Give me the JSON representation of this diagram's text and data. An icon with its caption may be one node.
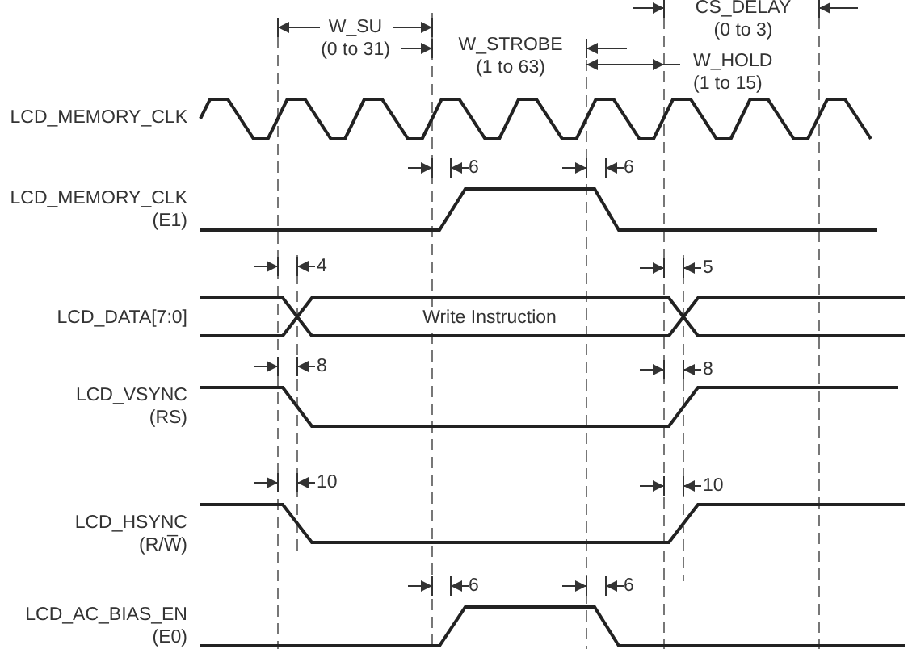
{
  "diagram": {
    "labels": [
      "W_SU (0 to 31)",
      "CS_DELAY (0 to 3)",
      "W_STROBE (1 to 63)",
      "W_HOLD (1 to 15)",
      "LCD_MEMORY_CLK",
      "6",
      "6",
      "LCD_MEMORY_CLK (E1)",
      "4",
      "5",
      "LCD_DATA[7:0]",
      "Write Instruction",
      "8",
      "8",
      "LCD_VSYNC (RS)",
      "10",
      "10",
      "LCD_HSYNC (R/W̅)",
      "6",
      "6",
      "LCD_AC_BIAS_EN (E0)"
    ]
  }
}
